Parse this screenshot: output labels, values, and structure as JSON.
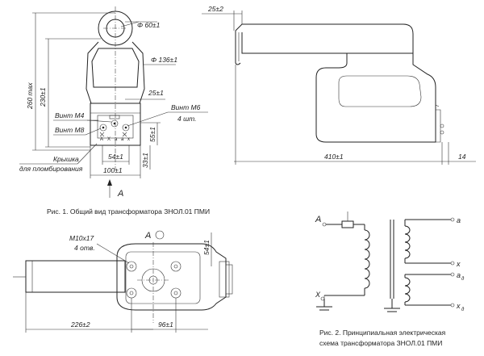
{
  "fig1": {
    "caption": "Рис. 1. Общий вид трансформатора ЗНОЛ.01 ПМИ",
    "dims": {
      "d60": "Φ 60±1",
      "d136": "Φ 136±1",
      "h260": "260 max",
      "h230": "230±1",
      "w25": "25±1",
      "w54": "54±1",
      "w100": "100±1",
      "h55": "55±1",
      "h33": "33±1",
      "top25": "25±2",
      "len410": "410±1",
      "w14": "14"
    },
    "labels": {
      "screw_m4": "Винт М4",
      "screw_m8": "Винт М8",
      "screw_m6": "Винт М6",
      "screw_m6_qty": "4 шт.",
      "cover": "Крышка",
      "cover2": "для пломбирования",
      "view_a": "A"
    },
    "plate_letters": [
      "А",
      "Х",
      "а",
      "а",
      "х"
    ]
  },
  "fig_bottom": {
    "labels": {
      "thread": "М10х17",
      "holes": "4 отв.",
      "view_a": "A"
    },
    "dims": {
      "len226": "226±2",
      "w96": "96±1",
      "h54": "54±1"
    }
  },
  "fig2": {
    "caption_line1": "Рис. 2. Принципиальная электрическая",
    "caption_line2": "схема трансформатора ЗНОЛ.01 ПМИ",
    "terminals": {
      "A": "A",
      "X": "X",
      "a": "а",
      "x": "х",
      "a_d": "а",
      "a_d_sub": "д",
      "x_d": "х",
      "x_d_sub": "д"
    }
  }
}
